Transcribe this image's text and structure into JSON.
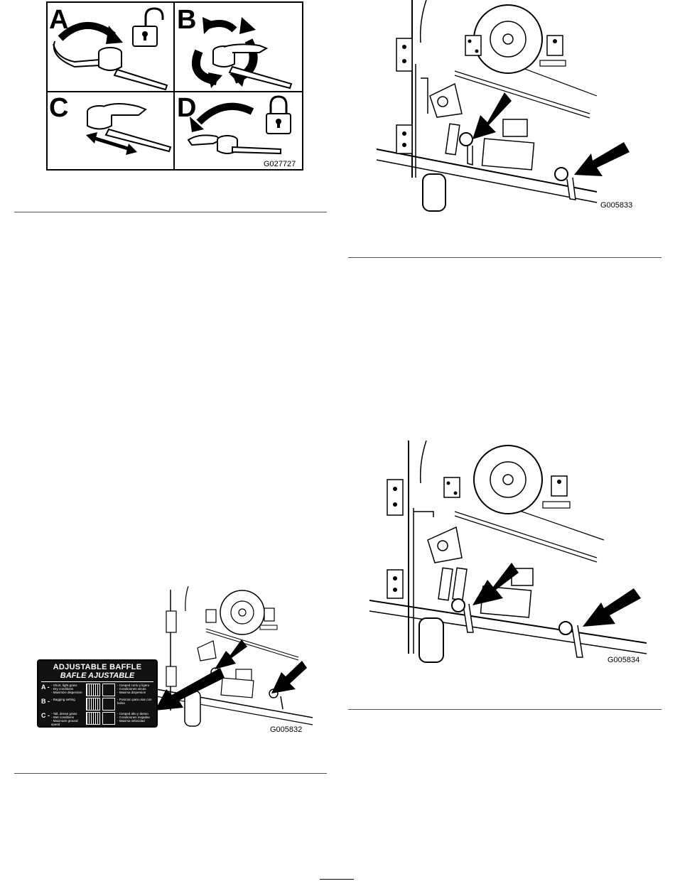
{
  "figures": {
    "lock_steps": {
      "panels": [
        "A",
        "B",
        "C",
        "D"
      ],
      "code": "G027727"
    },
    "baffle_decal_view": {
      "code": "G005832",
      "decal": {
        "title": "ADJUSTABLE BAFFLE",
        "subtitle": "BAFLE AJUSTABLE",
        "rows": [
          {
            "letter": "A -",
            "en": "- Short, light grass\n- Dry conditions\n- Maximize dispersion",
            "es": "- Cesped corto y ligero\n- Condiciones secas\n- Maxima dispersion"
          },
          {
            "letter": "B -",
            "en": "- Bagging setting",
            "es": "- Posicion para usar con bolsa"
          },
          {
            "letter": "C -",
            "en": "- Tall, dense grass\n- Wet conditions\n- Maximum ground speed",
            "es": "- Cesped alto y denso\n- Condiciones mojadas\n- Maxima velocidad"
          }
        ]
      }
    },
    "deck_view_upper": {
      "code": "G005833"
    },
    "deck_view_lower": {
      "code": "G005834"
    }
  },
  "icons": [
    "arrow-icon",
    "padlock-open-icon",
    "padlock-closed-icon",
    "rotate-arrows-icon",
    "double-arrow-icon"
  ]
}
